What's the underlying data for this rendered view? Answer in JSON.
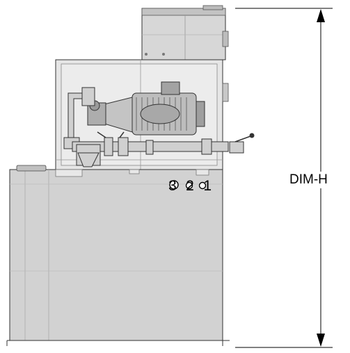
{
  "dimension": {
    "label": "DIM-H"
  },
  "ports": [
    {
      "label": "3"
    },
    {
      "label": "2"
    },
    {
      "label": "1"
    }
  ],
  "colors": {
    "tank_fill": "#cfcfcf",
    "frame_fill": "#e4e4e4",
    "line": "#333333",
    "dimension_line": "#000000"
  }
}
